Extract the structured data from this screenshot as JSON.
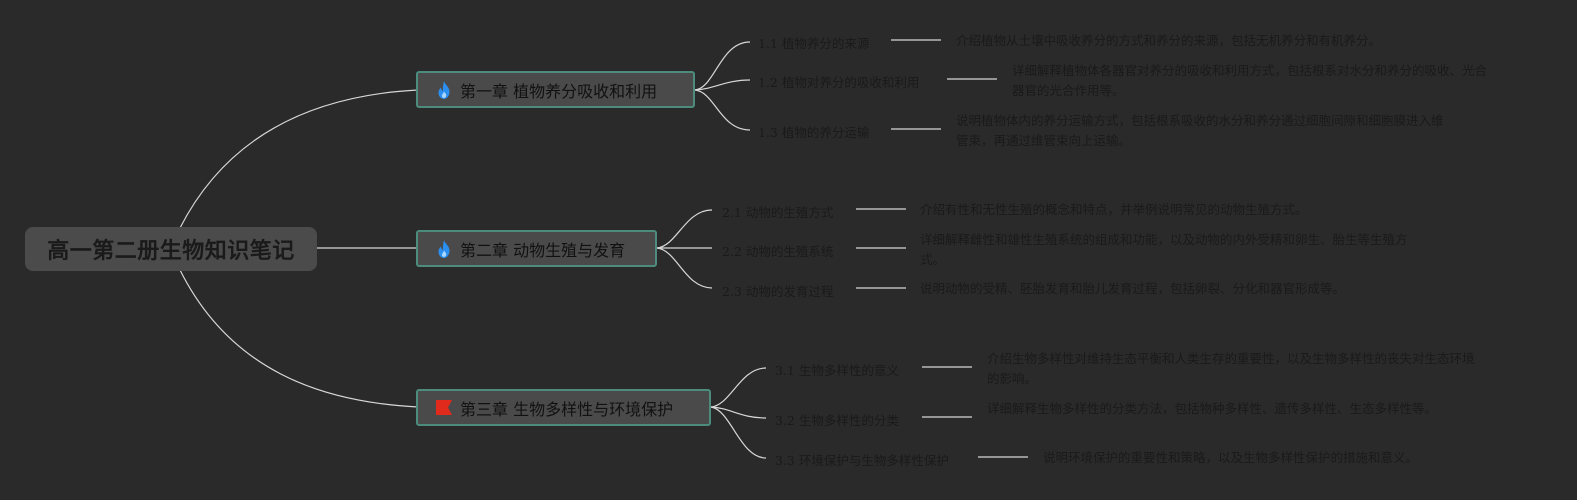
{
  "root": {
    "title": "高一第二册生物知识笔记"
  },
  "chapters": [
    {
      "title": "第一章 植物养分吸收和利用",
      "icon": "fire-icon",
      "icon_color": "#2a8ff0",
      "sections": [
        {
          "label": "1.1 植物养分的来源",
          "desc": "介绍植物从土壤中吸收养分的方式和养分的来源，包括无机养分和有机养分。"
        },
        {
          "label": "1.2 植物对养分的吸收和利用",
          "desc": "详细解释植物体各器官对养分的吸收和利用方式，包括根系对水分和养分的吸收、光合器官的光合作用等。"
        },
        {
          "label": "1.3 植物的养分运输",
          "desc": "说明植物体内的养分运输方式，包括根系吸收的水分和养分通过细胞间隙和细胞膜进入维管束，再通过维管束向上运输。"
        }
      ]
    },
    {
      "title": "第二章 动物生殖与发育",
      "icon": "fire-icon",
      "icon_color": "#2a8ff0",
      "sections": [
        {
          "label": "2.1 动物的生殖方式",
          "desc": "介绍有性和无性生殖的概念和特点，并举例说明常见的动物生殖方式。"
        },
        {
          "label": "2.2 动物的生殖系统",
          "desc": "详细解释雌性和雄性生殖系统的组成和功能，以及动物的内外受精和卵生、胎生等生殖方式。"
        },
        {
          "label": "2.3 动物的发育过程",
          "desc": "说明动物的受精、胚胎发育和胎儿发育过程，包括卵裂、分化和器官形成等。"
        }
      ]
    },
    {
      "title": "第三章 生物多样性与环境保护",
      "icon": "red-flag-icon",
      "icon_color": "#e02b1c",
      "sections": [
        {
          "label": "3.1 生物多样性的意义",
          "desc": "介绍生物多样性对维持生态平衡和人类生存的重要性，以及生物多样性的丧失对生态环境的影响。"
        },
        {
          "label": "3.2 生物多样性的分类",
          "desc": "详细解释生物多样性的分类方法，包括物种多样性、遗传多样性、生态多样性等。"
        },
        {
          "label": "3.3 环境保护与生物多样性保护",
          "desc": "说明环境保护的重要性和策略，以及生物多样性保护的措施和意义。"
        }
      ]
    }
  ]
}
